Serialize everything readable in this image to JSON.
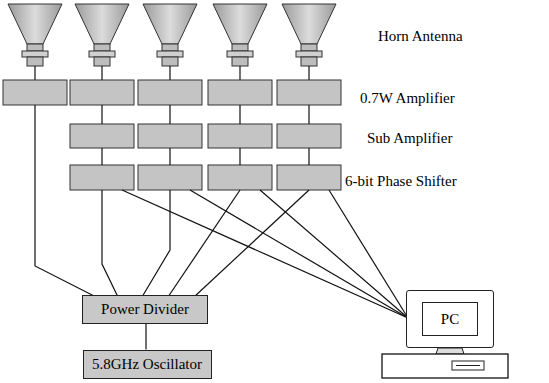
{
  "diagram": {
    "nodes": [
      {
        "text": [
          "Power Divider"
        ]
      },
      {
        "text": [
          "PC"
        ]
      },
      {
        "text": [
          "5.8GHz Oscillator"
        ]
      }
    ],
    "edges": [
      {
        "from": 2,
        "to": 0,
        "arrow": "none"
      }
    ],
    "labels": [
      "Horn Antenna",
      "0.7W Amplifier",
      "Sub Amplifier",
      "6-bit Phase Shifter"
    ]
  }
}
